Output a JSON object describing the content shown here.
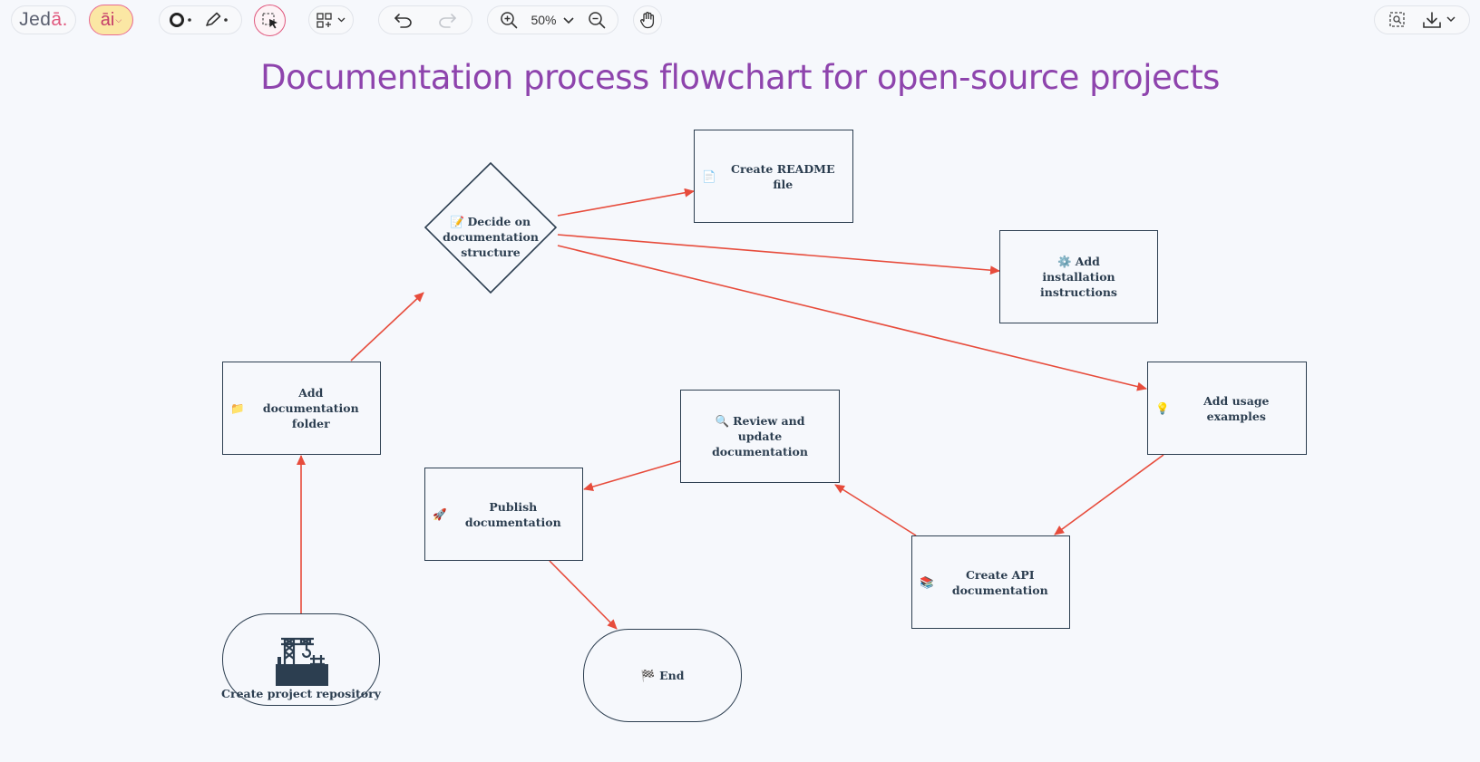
{
  "toolbar": {
    "logo_main": "Jed",
    "logo_accent": "ā.",
    "ai_label": "āi",
    "zoom_level": "50%"
  },
  "diagram": {
    "title": "Documentation process flowchart for open-source projects",
    "nodes": {
      "create_repo": "Create project repository",
      "add_folder": "Add documentation folder",
      "decide_structure": "Decide on documentation structure",
      "create_readme": "Create README file",
      "add_install": "Add installation instructions",
      "add_usage": "Add usage examples",
      "create_api": "Create API documentation",
      "review_update": "Review and update documentation",
      "publish": "Publish documentation",
      "end": "End"
    },
    "icons": {
      "add_folder": "📁",
      "decide_structure": "📝",
      "create_readme": "📄",
      "add_install": "⚙️",
      "add_usage": "💡",
      "create_api": "📚",
      "review_update": "🔍",
      "publish": "🚀",
      "end": "🏁"
    },
    "colors": {
      "title": "#8e44ad",
      "edge": "#e74c3c",
      "node_border": "#2c3e50"
    }
  }
}
